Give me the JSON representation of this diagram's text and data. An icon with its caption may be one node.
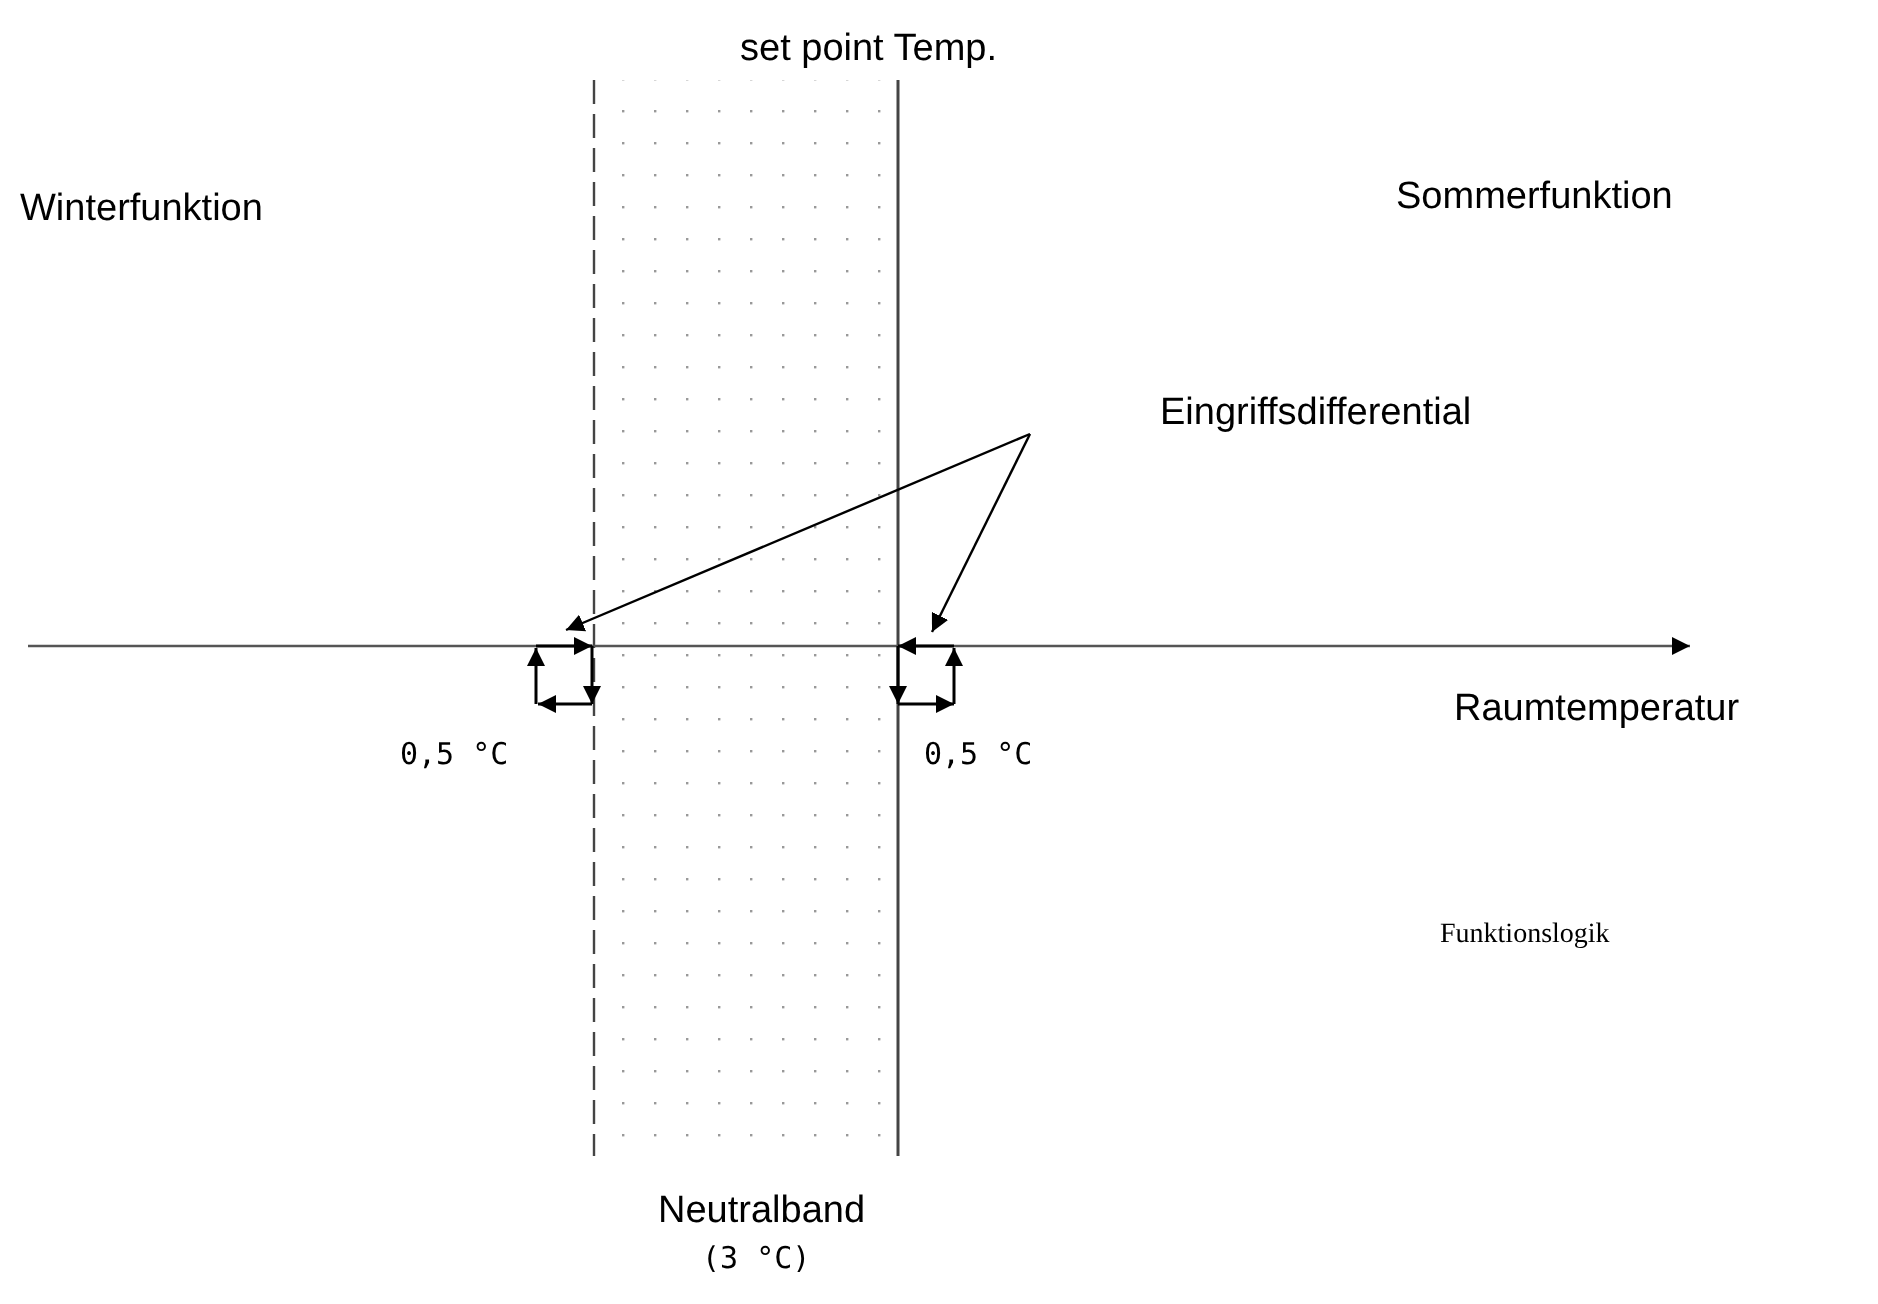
{
  "diagram": {
    "nodes": [
      {
        "text": [
          "Eingriffsdifferential"
        ]
      },
      {
        "text": [],
        "shape": "box"
      },
      {
        "text": [],
        "shape": "box"
      }
    ],
    "edges": [
      {
        "from": 0,
        "to": 1,
        "arrow": "to"
      },
      {
        "from": 0,
        "to": 2,
        "arrow": "to"
      }
    ],
    "labels": [
      "set point Temp.",
      "Winterfunktion",
      "Sommerfunktion",
      "Raumtemperatur",
      "0,5 °C",
      "0,5 °C",
      "Neutralband",
      "(3 °C)",
      "Funktionslogik"
    ]
  }
}
